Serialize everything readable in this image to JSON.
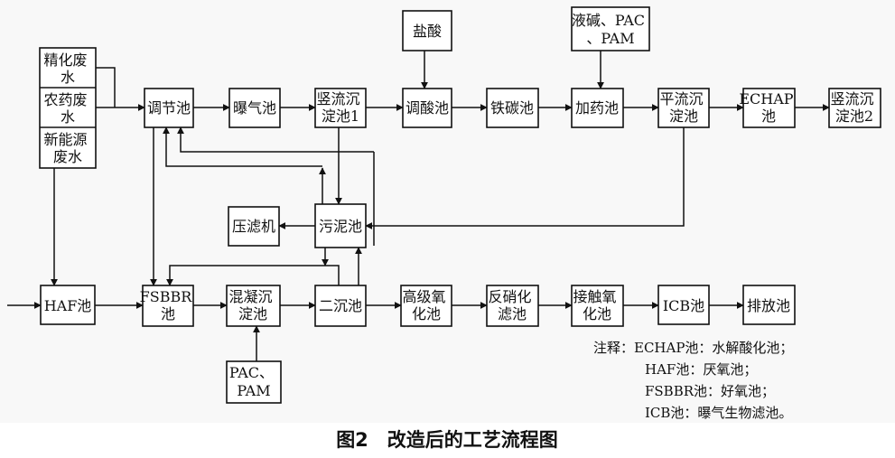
{
  "nodes": {
    "jinghua": [
      "精化废",
      "水"
    ],
    "nongyao": [
      "农药废",
      "水"
    ],
    "xinnengyuan": [
      "新能源",
      "废水"
    ],
    "tiaojie": [
      "调节池"
    ],
    "puqi": [
      "曝气池"
    ],
    "shuliu1": [
      "竖流沉",
      "淀池1"
    ],
    "yansuan": [
      "盐酸"
    ],
    "tiaosuan": [
      "调酸池"
    ],
    "tietan": [
      "铁碳池"
    ],
    "yejian": [
      "液碱、PAC",
      "、PAM"
    ],
    "jiayao": [
      "加药池"
    ],
    "pingliu": [
      "平流沉",
      "淀池"
    ],
    "echap": [
      "ECHAP",
      "池"
    ],
    "shuliu2": [
      "竖流沉",
      "淀池2"
    ],
    "yalvji": [
      "压滤机"
    ],
    "wuni": [
      "污泥池"
    ],
    "haf": [
      "HAF池"
    ],
    "fsbbr": [
      "FSBBR",
      "池"
    ],
    "hunning": [
      "混凝沉",
      "淀池"
    ],
    "erchen": [
      "二沉池"
    ],
    "gaoji": [
      "高级氧",
      "化池"
    ],
    "fanxiao": [
      "反硝化",
      "滤池"
    ],
    "jiechu": [
      "接触氧",
      "化池"
    ],
    "icb": [
      "ICB池"
    ],
    "paifang": [
      "排放池"
    ],
    "pacpam": [
      "PAC、",
      "PAM"
    ]
  },
  "notes": [
    "注释：ECHAP池：水解酸化池；",
    "HAF池：厌氧池；",
    "FSBBR池：好氧池；",
    "ICB池：曝气生物滤池。"
  ],
  "caption": "图2　改造后的工艺流程图"
}
